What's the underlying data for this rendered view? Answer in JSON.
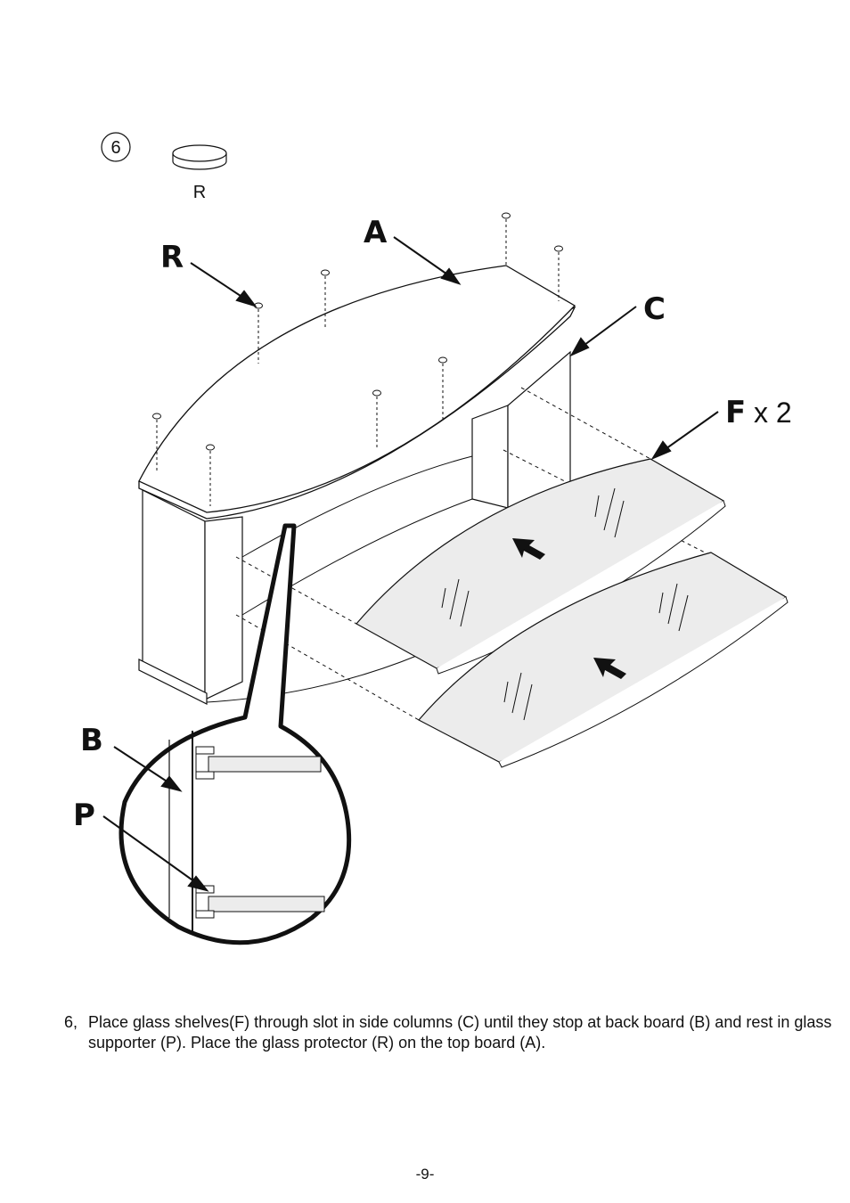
{
  "header": {
    "step_number": "6",
    "part_label": "R"
  },
  "callouts": {
    "A": "A",
    "R": "R",
    "C": "C",
    "F": "F",
    "F_quantity": "x 2",
    "B": "B",
    "P": "P"
  },
  "instruction": {
    "number": "6,",
    "text": "Place glass shelves(F) through slot in side columns (C) until they stop at back board (B) and rest in glass supporter (P). Place the glass protector (R) on the top board (A)."
  },
  "footer": {
    "page_number": "-9-"
  }
}
